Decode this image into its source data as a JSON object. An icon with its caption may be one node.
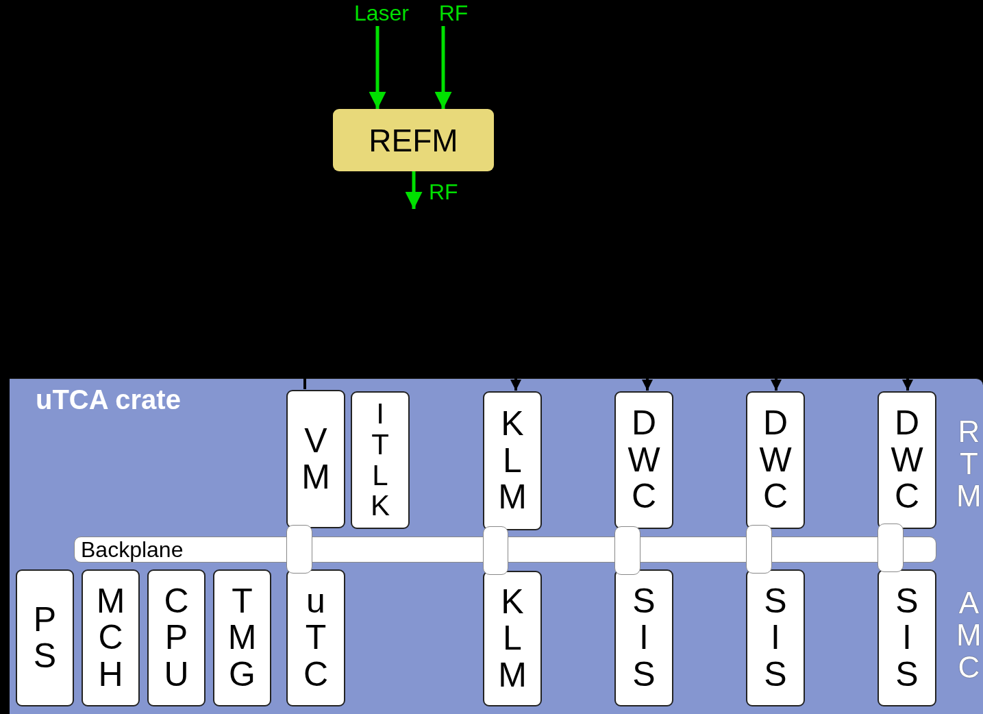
{
  "diagram": {
    "nodes": [
      {
        "text": [
          "Laser"
        ]
      },
      {
        "text": [
          "RF"
        ]
      },
      {
        "text": [
          "REFM"
        ]
      },
      {
        "text": [
          "uTCA crate"
        ]
      },
      {
        "text": [
          "VM"
        ],
        "in": 3
      },
      {
        "text": [
          "ITLK"
        ],
        "in": 3
      },
      {
        "text": [
          "KLM"
        ],
        "in": 3
      },
      {
        "text": [
          "DWC"
        ],
        "in": 3
      },
      {
        "text": [
          "DWC"
        ],
        "in": 3
      },
      {
        "text": [
          "DWC"
        ],
        "in": 3
      },
      {
        "text": [
          "Backplane"
        ],
        "in": 3
      },
      {
        "text": [],
        "shape": "box",
        "in": 3
      },
      {
        "text": [],
        "shape": "box",
        "in": 3
      },
      {
        "text": [],
        "shape": "box",
        "in": 3
      },
      {
        "text": [],
        "shape": "box",
        "in": 3
      },
      {
        "text": [],
        "shape": "box",
        "in": 3
      },
      {
        "text": [
          "PS"
        ],
        "in": 3
      },
      {
        "text": [
          "MCH"
        ],
        "in": 3
      },
      {
        "text": [
          "CPU"
        ],
        "in": 3
      },
      {
        "text": [
          "TMG"
        ],
        "in": 3
      },
      {
        "text": [
          "uTC"
        ],
        "in": 3
      },
      {
        "text": [
          "KLM"
        ],
        "in": 3
      },
      {
        "text": [
          "SIS"
        ],
        "in": 3
      },
      {
        "text": [
          "SIS"
        ],
        "in": 3
      },
      {
        "text": [
          "SIS"
        ],
        "in": 3
      }
    ],
    "edges": [
      {
        "from": 0,
        "to": 2,
        "arrow": "to",
        "color": "#00e000"
      },
      {
        "from": 1,
        "to": 2,
        "arrow": "to",
        "color": "#00e000"
      },
      {
        "from": 2,
        "to": null,
        "arrow": "to",
        "label": "RF",
        "color": "#00e000"
      },
      {
        "from": null,
        "to": 4,
        "arrow": "none"
      },
      {
        "from": null,
        "to": 6,
        "arrow": "to"
      },
      {
        "from": null,
        "to": 7,
        "arrow": "to"
      },
      {
        "from": null,
        "to": 8,
        "arrow": "to"
      },
      {
        "from": null,
        "to": 9,
        "arrow": "to"
      }
    ],
    "labels": [
      "RTM",
      "AMC"
    ]
  }
}
